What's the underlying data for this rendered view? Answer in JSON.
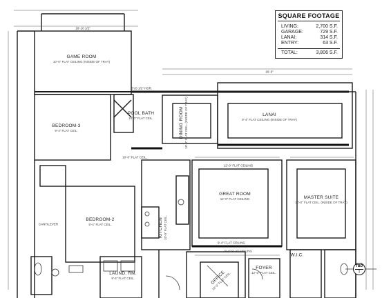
{
  "square_footage": {
    "title": "SQUARE FOOTAGE",
    "rows": [
      {
        "label": "LIVING:",
        "value": "2,700 S.F."
      },
      {
        "label": "GARAGE:",
        "value": "729 S.F."
      },
      {
        "label": "LANAI:",
        "value": "314 S.F."
      },
      {
        "label": "ENTRY:",
        "value": "63 S.F."
      }
    ],
    "total": {
      "label": "TOTAL:",
      "value": "3,806 S.F."
    }
  },
  "rooms": {
    "game_room": {
      "name": "GAME ROOM",
      "sub": "10'-0\" FLAT CEILING (INSIDE OF TRAY)"
    },
    "bedroom3": {
      "name": "BEDROOM-3",
      "sub": "9'-4\" FLAT CEIL."
    },
    "bedroom2": {
      "name": "BEDROOM-2",
      "sub": "9'-4\" FLAT CEIL."
    },
    "pool_bath": {
      "name": "POOL BATH",
      "sub": "10'-0\" FLAT CEIL."
    },
    "dining_room": {
      "name": "DINING ROOM",
      "sub": "10'-0\" FLAT CEIL. (INSIDE OF TRAY)"
    },
    "lanai": {
      "name": "LANAI",
      "sub": "9'-4\" FLAT CEILING (INSIDE OF TRAY)"
    },
    "great_room": {
      "name": "GREAT ROOM",
      "sub": "12'-0\" FLAT CEILING"
    },
    "master_suite": {
      "name": "MASTER SUITE",
      "sub": "10'-0\" FLAT CEIL. (INSIDE OF TRAY)"
    },
    "kitchen": {
      "name": "KITCHEN",
      "sub": "10'-0\" FLAT CEIL."
    },
    "laund_rm": {
      "name": "LAUND. RM.",
      "sub": "9'-4\" FLAT CEIL."
    },
    "office": {
      "name": "OFFICE",
      "sub": "10'-0\" FLAT CEIL."
    },
    "foyer": {
      "name": "FOYER",
      "sub": "12'-0\" FLAT CEIL."
    },
    "wic": {
      "name": "W.I.C."
    }
  },
  "notes": {
    "cantilever": "CANTILEVER",
    "dim_top": "18'-10 1/2\"",
    "dim_lanai": "16'-6\"",
    "dim_gr": "9'-4\" FLAT CEILING",
    "dim_hdr": "8\"x5 1/2\" HDR.",
    "ceiling_a": "12'-0\" FLAT CEILING",
    "ceiling_b": "9'-4\" FLAT CEILING",
    "ceiling_c": "10'-0\" FLAT CEIL."
  },
  "section_mark": {
    "top": "TBD",
    "bottom": "1"
  }
}
